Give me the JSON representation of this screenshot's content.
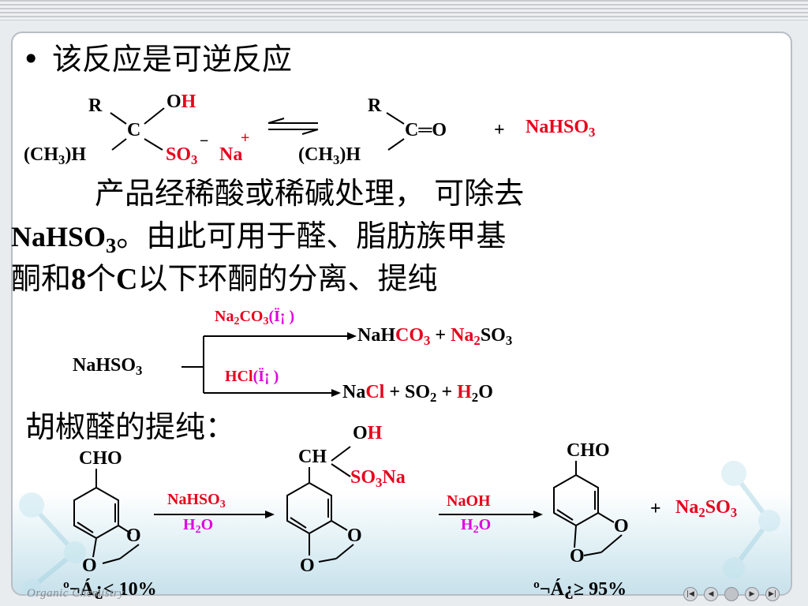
{
  "slide": {
    "bullet": "•",
    "title": "该反应是可逆反应",
    "equilibrium": {
      "left": {
        "r": "R",
        "c": "C",
        "oh_o": "O",
        "oh_h": "H",
        "so3": "SO",
        "so3_sub": "3",
        "minus": "−",
        "na": "Na",
        "plus_charge": "+",
        "ch3h": "(CH",
        "ch3h_sub": "3",
        "ch3h_end": ")H"
      },
      "right": {
        "r": "R",
        "co": "C═O",
        "ch3h": "(CH",
        "ch3h_sub": "3",
        "ch3h_end": ")H",
        "plus": "+",
        "nahso3": "NaHSO",
        "nahso3_sub": "3"
      }
    },
    "paragraph": {
      "line1": "产品经稀酸或稀碱处理，  可除去",
      "line2_chem": "NaHSO",
      "line2_sub": "3",
      "line2_rest": "。由此可用于醛、脂肪族甲基",
      "line3_a": "酮和",
      "line3_8": "8",
      "line3_b": "个",
      "line3_c": "C",
      "line3_rest": "以下环酮的分离、提纯"
    },
    "branch": {
      "reactant": "NaHSO",
      "reactant_sub": "3",
      "upper_reagent_a": "Na",
      "upper_reagent_sub1": "2",
      "upper_reagent_b": "CO",
      "upper_reagent_sub2": "3",
      "upper_reagent_garble": "(Ï¡ )",
      "upper_product_a": "NaH",
      "upper_product_b": "CO",
      "upper_product_sub": "3",
      "upper_product_c": " + ",
      "upper_product_d": "Na",
      "upper_product_sub2": "2",
      "upper_product_e": "SO",
      "upper_product_sub3": "3",
      "lower_reagent": "HCl",
      "lower_reagent_garble": "(Ï¡ )",
      "lower_product_a": "Na",
      "lower_product_b": "Cl",
      "lower_product_c": " + SO",
      "lower_product_sub": "2",
      "lower_product_d": "  + ",
      "lower_product_e": "H",
      "lower_product_sub2": "2",
      "lower_product_f": "O"
    },
    "piperonal": {
      "heading": "胡椒醛的提纯：",
      "cho1": "CHO",
      "o1a": "O",
      "o1b": "O",
      "reagent1_top": "NaHSO",
      "reagent1_top_sub": "3",
      "reagent1_bottom": "H",
      "reagent1_bottom_sub": "2",
      "reagent1_bottom_end": "O",
      "ch": "CH",
      "oh_o": "O",
      "oh_h": "H",
      "so3na": "SO",
      "so3na_sub": "3",
      "so3na_end": "Na",
      "o2a": "O",
      "o2b": "O",
      "reagent2_top": "NaOH",
      "reagent2_bottom": "H",
      "reagent2_bottom_sub": "2",
      "reagent2_bottom_end": "O",
      "cho3": "CHO",
      "o3a": "O",
      "o3b": "O",
      "plus": "+",
      "na2so3_a": "Na",
      "na2so3_sub": "2",
      "na2so3_b": "SO",
      "na2so3_sub2": "3",
      "purity_before": "º¬Á¿< 10%",
      "purity_after": "º¬Á¿≥ 95%"
    }
  },
  "footer": {
    "watermark": "Organic    Chemistry"
  },
  "nav": {
    "first": "|◀",
    "prev": "◀",
    "next": "▶",
    "last": "▶|"
  },
  "colors": {
    "accent_red": "#e8001c",
    "accent_magenta": "#e000e0"
  }
}
